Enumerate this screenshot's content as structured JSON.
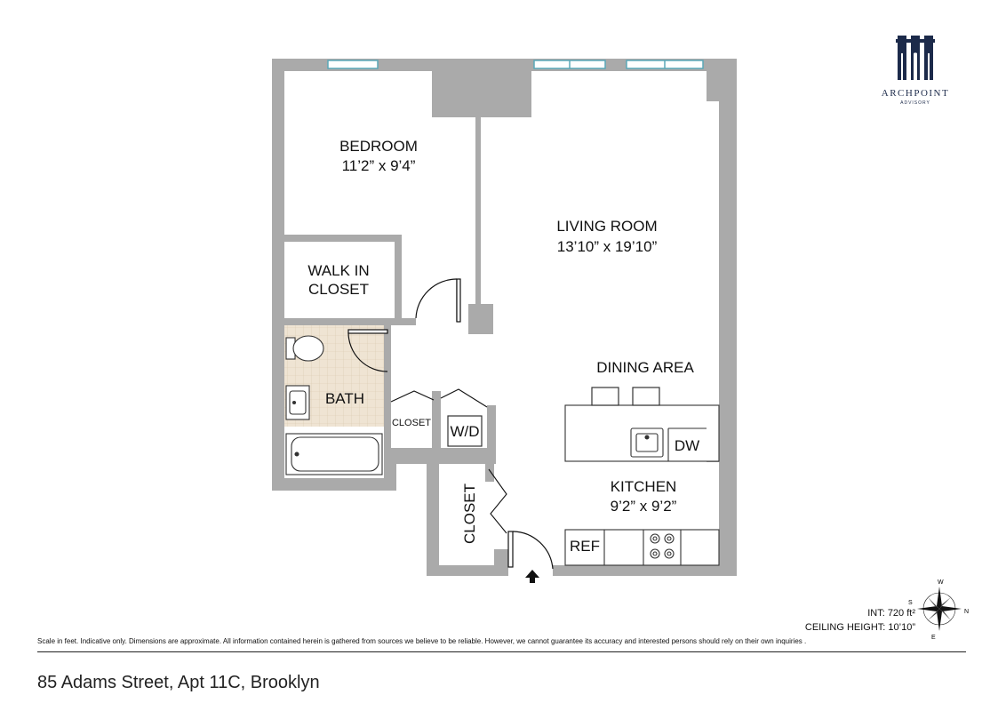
{
  "rooms": {
    "bedroom": {
      "name": "BEDROOM",
      "dims": "11’2” x 9’4”"
    },
    "walk_in_closet": {
      "line1": "WALK IN",
      "line2": "CLOSET"
    },
    "living_room": {
      "name": "LIVING ROOM",
      "dims": "13’10” x 19’10”"
    },
    "dining_area": {
      "name": "DINING AREA"
    },
    "bath": {
      "name": "BATH"
    },
    "hall_closet": {
      "name": "CLOSET"
    },
    "wd": {
      "name": "W/D"
    },
    "entry_closet": {
      "name": "CLOSET"
    },
    "kitchen": {
      "name": "KITCHEN",
      "dims": "9’2” x 9’2”"
    },
    "dw": {
      "name": "DW"
    },
    "ref": {
      "name": "REF"
    }
  },
  "logo": {
    "name": "ARCHPOINT",
    "sub": "ADVISORY"
  },
  "compass": {
    "n": "N",
    "s": "S",
    "e": "E",
    "w": "W"
  },
  "info": {
    "interior": "INT: 720 ft²",
    "ceiling": "CEILING HEIGHT: 10’10”"
  },
  "disclaimer": "Scale in feet. Indicative only. Dimensions are approximate. All information contained herein is gathered from sources we believe to be reliable. However, we cannot guarantee its accuracy and interested persons should rely on their own inquiries .",
  "address": "85 Adams Street, Apt 11C, Brooklyn",
  "colors": {
    "wall": "#aaaaaa",
    "window": "#5aa8b8",
    "logo": "#1c2a4a",
    "tile": "#e9dcc9"
  }
}
